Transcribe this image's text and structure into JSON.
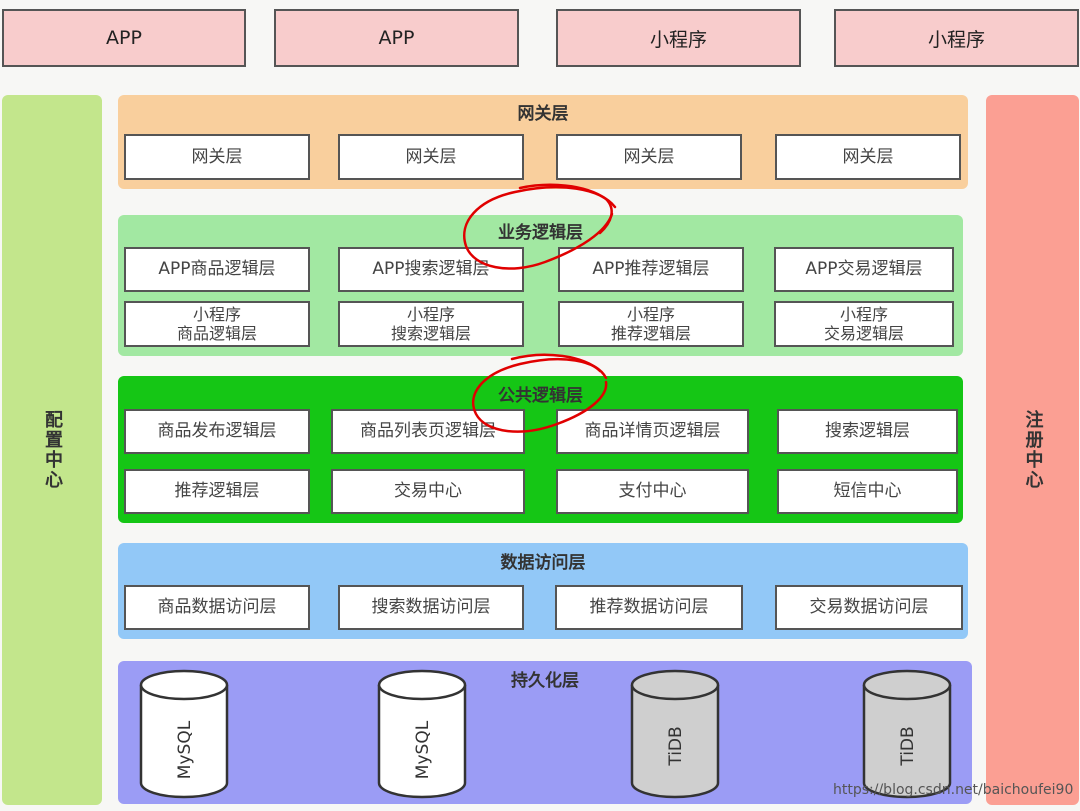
{
  "clients": [
    "APP",
    "APP",
    "小程序",
    "小程序"
  ],
  "config_center": "配置中心",
  "registry_center": "注册中心",
  "gateway": {
    "title": "网关层",
    "items": [
      "网关层",
      "网关层",
      "网关层",
      "网关层"
    ]
  },
  "business": {
    "title": "业务逻辑层",
    "row1": [
      "APP商品逻辑层",
      "APP搜索逻辑层",
      "APP推荐逻辑层",
      "APP交易逻辑层"
    ],
    "row2": [
      "小程序\n商品逻辑层",
      "小程序\n搜索逻辑层",
      "小程序\n推荐逻辑层",
      "小程序\n交易逻辑层"
    ]
  },
  "common": {
    "title": "公共逻辑层",
    "row1": [
      "商品发布逻辑层",
      "商品列表页逻辑层",
      "商品详情页逻辑层",
      "搜索逻辑层"
    ],
    "row2": [
      "推荐逻辑层",
      "交易中心",
      "支付中心",
      "短信中心"
    ]
  },
  "data_access": {
    "title": "数据访问层",
    "items": [
      "商品数据访问层",
      "搜索数据访问层",
      "推荐数据访问层",
      "交易数据访问层"
    ]
  },
  "persistence": {
    "title": "持久化层",
    "databases": [
      "MySQL",
      "MySQL",
      "TiDB",
      "TiDB"
    ]
  },
  "watermark": "https://blog.csdn.net/baichoufei90",
  "colors": {
    "client": "#f8cccc",
    "config": "#c3e68c",
    "registry": "#fb9f93",
    "gateway": "#f9cf9d",
    "business": "#a2e8a2",
    "common": "#15c615",
    "data_access": "#92c8f7",
    "persistence": "#9b9cf5",
    "annotation": "#e00000"
  }
}
